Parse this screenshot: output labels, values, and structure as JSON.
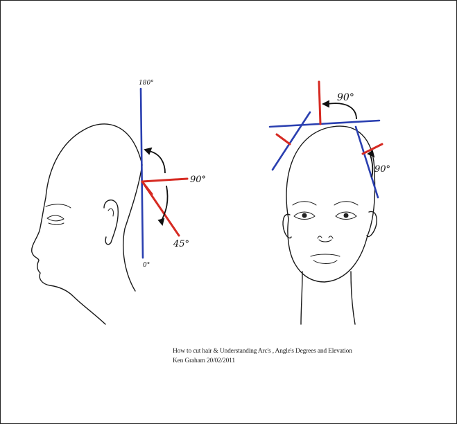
{
  "diagram": {
    "side_view": {
      "label_top": "180°",
      "label_mid": "90°",
      "label_low": "45°",
      "label_bottom": "0°"
    },
    "front_view": {
      "label_top": "90°",
      "label_side": "90°"
    },
    "colors": {
      "reference_line": "#2a3fb0",
      "elevation_line": "#d62a22"
    }
  },
  "caption": {
    "line1": "How to cut hair & Understanding Arc's , Angle's Degrees and Elevation",
    "line2": "Ken Graham 20/02/2011"
  }
}
